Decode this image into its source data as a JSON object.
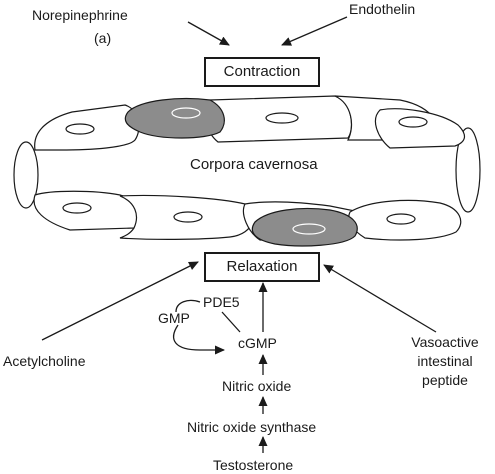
{
  "figure_label": "(a)",
  "inputs": {
    "norepinephrine": "Norepinephrine",
    "endothelin": "Endothelin",
    "acetylcholine": "Acetylcholine",
    "vip": [
      "Vasoactive",
      "intestinal",
      "peptide"
    ]
  },
  "boxes": {
    "contraction": "Contraction",
    "relaxation": "Relaxation"
  },
  "tissue_label": "Corpora cavernosa",
  "pathway": {
    "gmp": "GMP",
    "pde5": "PDE5",
    "cgmp": "cGMP",
    "nitric_oxide": "Nitric oxide",
    "nos": "Nitric oxide synthase",
    "testosterone": "Testosterone"
  },
  "colors": {
    "line": "#1a1a1a",
    "shaded_cell": "#8c8c8c",
    "cell_fill": "#ffffff"
  }
}
